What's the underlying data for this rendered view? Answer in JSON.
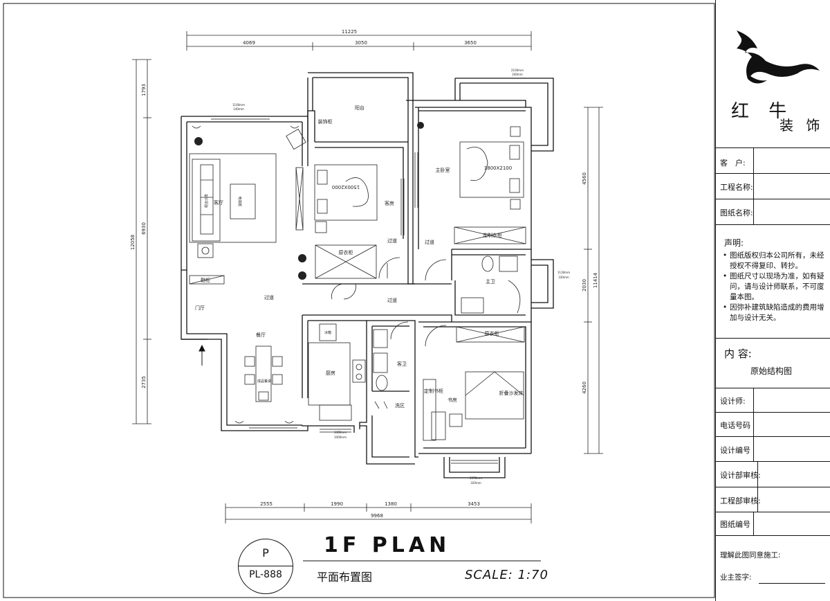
{
  "plan": {
    "rooms": {
      "balcony": "阳台",
      "bay_cabinet": "装饰柜",
      "living": "客厅",
      "sofa_note": "组合沙发",
      "tv_cabinet": "电视柜",
      "guest_room": "客房",
      "master_bedroom": "主卧室",
      "corridor_1": "过道",
      "corridor_2": "过道",
      "corridor_3": "过道",
      "corridor_4": "过道",
      "wardrobe_1": "原衣柜",
      "wardrobe_2": "定制衣柜",
      "master_bath": "主卫",
      "shoe_cabinet": "鞋柜",
      "foyer": "门厅",
      "dining": "餐厅",
      "dining_set": "成品餐桌",
      "kitchen": "厨房",
      "fridge": "冰箱",
      "guest_bath": "客卫",
      "laundry": "洗区",
      "study": "书房",
      "bookcase": "定制书柜",
      "sofa_bed": "折叠沙发床",
      "wardrobe_3": "原衣柜",
      "bed_1": "1500X2000",
      "bed_2": "1800X2100"
    },
    "dimensions": {
      "top_total": "11225",
      "top_1": "4069",
      "top_2": "3050",
      "top_3": "3650",
      "left_1": "1793",
      "left_2": "6930",
      "left_total": "12058",
      "left_3": "2735",
      "right_1": "4560",
      "right_2": "2030",
      "right_3": "4260",
      "right_total": "11414",
      "bottom_1": "2555",
      "bottom_2": "1990",
      "bottom_3": "1380",
      "bottom_4": "3453",
      "bottom_total": "9968",
      "win_1a": "1100mm",
      "win_1b": "140mm",
      "win_2a": "2100mm",
      "win_2b": "240mm",
      "win_3a": "1130mm",
      "win_3b": "330mm",
      "win_4a": "1400mm",
      "win_4b": "1000mm",
      "win_5a": "1370mm",
      "win_5b": "320mm"
    }
  },
  "title": {
    "heading": "1F PLAN",
    "subtitle": "平面布置图",
    "scale": "SCALE: 1:70",
    "badge_letter": "P",
    "badge_code": "PL-888"
  },
  "title_block": {
    "brand_line1": "红 牛",
    "brand_line2": "装 饰",
    "client_label": "客　户:",
    "project_label": "工程名称:",
    "drawing_label": "图纸名称:",
    "statement_title": "声明:",
    "notes": [
      "图纸版权归本公司所有，未经授权不得复印、转抄。",
      "图纸尺寸以现场为准，如有疑问，请与设计师联系，不可度量本图。",
      "因弥补建筑缺陷造成的费用增加与设计无关。"
    ],
    "content_title": "内 容:",
    "content_value": "原始结构图",
    "designer_label": "设计师:",
    "phone_label": "电话号码",
    "design_no_label": "设计编号",
    "design_review_label": "设计部审核:",
    "eng_review_label": "工程部审核:",
    "drawing_no_label": "图纸编号",
    "agree_label": "理解此图同意施工:",
    "owner_label": "业主签字:"
  }
}
